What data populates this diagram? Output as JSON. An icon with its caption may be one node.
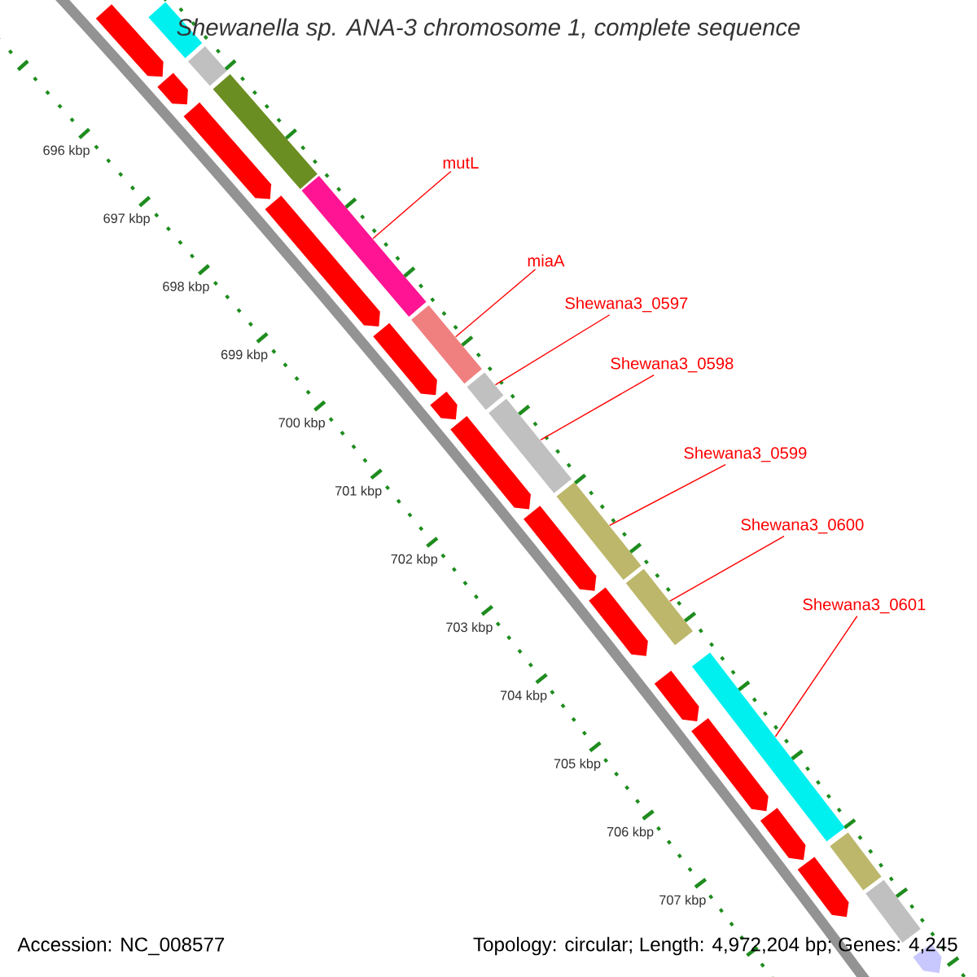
{
  "diagram": {
    "title": "Shewanella sp. ANA-3 chromosome 1, complete sequence",
    "nodes": [
      {
        "text": [
          "mutL"
        ]
      },
      {
        "text": [],
        "shape": "bar"
      },
      {
        "text": [
          "miaA"
        ]
      },
      {
        "text": [],
        "shape": "bar"
      },
      {
        "text": [
          "Shewana3_0597"
        ]
      },
      {
        "text": [],
        "shape": "bar"
      },
      {
        "text": [
          "Shewana3_0598"
        ]
      },
      {
        "text": [],
        "shape": "bar"
      },
      {
        "text": [
          "Shewana3_0599"
        ]
      },
      {
        "text": [],
        "shape": "bar"
      },
      {
        "text": [
          "Shewana3_0600"
        ]
      },
      {
        "text": [],
        "shape": "bar"
      },
      {
        "text": [
          "Shewana3_0601"
        ]
      },
      {
        "text": [],
        "shape": "bar"
      },
      {
        "text": [],
        "shape": "bar"
      },
      {
        "text": [],
        "shape": "bar"
      },
      {
        "text": [],
        "shape": "bar"
      },
      {
        "text": [],
        "shape": "bar"
      },
      {
        "text": [],
        "shape": "bar"
      },
      {
        "text": [],
        "shape": "arrow"
      },
      {
        "text": [],
        "shape": "arrow"
      },
      {
        "text": [],
        "shape": "arrow"
      },
      {
        "text": [],
        "shape": "arrow"
      },
      {
        "text": [],
        "shape": "arrow"
      },
      {
        "text": [],
        "shape": "arrow"
      },
      {
        "text": [],
        "shape": "arrow"
      },
      {
        "text": [],
        "shape": "arrow"
      },
      {
        "text": [],
        "shape": "arrow"
      },
      {
        "text": [],
        "shape": "arrow"
      },
      {
        "text": [],
        "shape": "arrow"
      },
      {
        "text": [],
        "shape": "arrow"
      },
      {
        "text": [],
        "shape": "arrow"
      },
      {
        "text": [],
        "shape": "arrow"
      }
    ],
    "edges": [
      {
        "from": 0,
        "to": 1,
        "arrow": "none"
      },
      {
        "from": 2,
        "to": 3,
        "arrow": "none"
      },
      {
        "from": 4,
        "to": 5,
        "arrow": "none"
      },
      {
        "from": 6,
        "to": 7,
        "arrow": "none"
      },
      {
        "from": 8,
        "to": 9,
        "arrow": "none"
      },
      {
        "from": 10,
        "to": 11,
        "arrow": "none"
      },
      {
        "from": 12,
        "to": 13,
        "arrow": "none"
      }
    ],
    "labels": [
      "696 kbp",
      "697 kbp",
      "698 kbp",
      "699 kbp",
      "700 kbp",
      "701 kbp",
      "702 kbp",
      "703 kbp",
      "704 kbp",
      "705 kbp",
      "706 kbp",
      "707 kbp",
      "Accession: NC_008577",
      "Topology: circular; Length: 4,972,204 bp; Genes: 4,245"
    ]
  }
}
